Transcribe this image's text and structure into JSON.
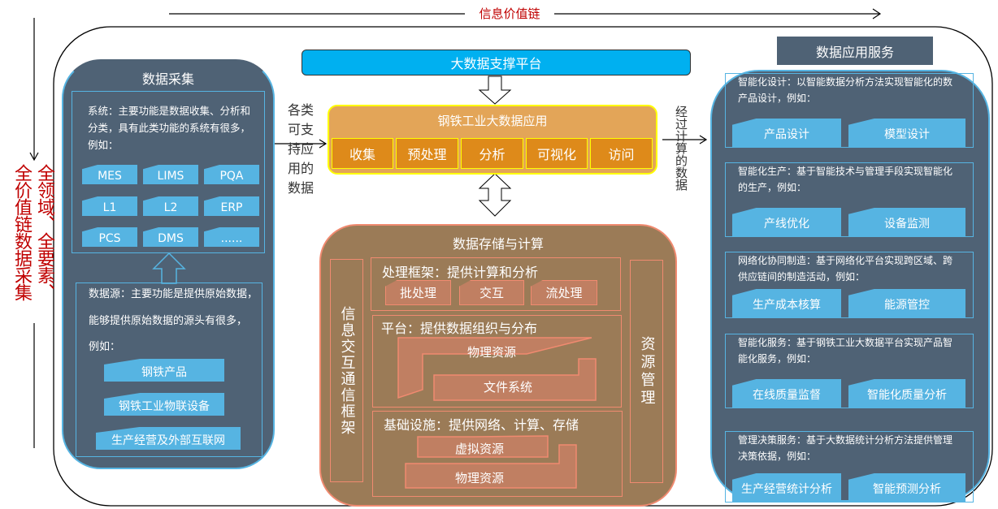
{
  "top_axis": {
    "label": "信息价值链"
  },
  "left_axis": {
    "label_col1": "全领域、全要素、",
    "label_col2": "全价值链数据采集"
  },
  "colors": {
    "accent_red": "#c00000",
    "slate": "#4f6275",
    "chip_blue": "#56b4e2",
    "platform_blue": "#00b0f0",
    "orange": "#e3a558",
    "orange_dark": "#de8a1a",
    "brown": "#9b7b57",
    "salmon": "#f08a70"
  },
  "data_collection": {
    "title": "数据采集",
    "systems_desc": "系统：主要功能是数据收集、分析和分类，具有此类功能的系统有很多，例如：",
    "systems": [
      "MES",
      "LIMS",
      "PQA",
      "L1",
      "L2",
      "ERP",
      "PCS",
      "DMS",
      "......"
    ],
    "sources_desc_line1": "数据源：主要功能是提供原始数据，",
    "sources_desc_line2": "能够提供原始数据的源头有很多，",
    "sources_desc_line3": "例如：",
    "sources": [
      "钢铁产品",
      "钢铁工业物联设备",
      "生产经营及外部互联网"
    ]
  },
  "left_flow_label": "各类可支持应用的数据",
  "right_flow_label": "经过计算的数据",
  "platform": {
    "title": "大数据支撑平台"
  },
  "application": {
    "title": "钢铁工业大数据应用",
    "steps": [
      "收集",
      "预处理",
      "分析",
      "可视化",
      "访问"
    ]
  },
  "storage": {
    "title": "数据存储与计算",
    "left_bar": "信息交互通信框架",
    "right_bar": "资源管理",
    "processing": {
      "label": "处理框架：提供计算和分析",
      "items": [
        "批处理",
        "交互",
        "流处理"
      ]
    },
    "platform_layer": {
      "label": "平台：提供数据组织与分布",
      "items": [
        "物理资源",
        "文件系统"
      ]
    },
    "infrastructure": {
      "label": "基础设施：提供网络、计算、存储",
      "items": [
        "虚拟资源",
        "物理资源"
      ]
    }
  },
  "services": {
    "title": "数据应用服务",
    "groups": [
      {
        "desc": "智能化设计：以智能数据分析方法实现智能化的数产品设计，例如：",
        "items": [
          "产品设计",
          "模型设计"
        ]
      },
      {
        "desc": "智能化生产：基于智能技术与管理手段实现智能化的生产，例如：",
        "items": [
          "产线优化",
          "设备监测"
        ]
      },
      {
        "desc": "网络化协同制造：基于网络化平台实现跨区域、跨供应链间的制造活动，例如：",
        "items": [
          "生产成本核算",
          "能源管控"
        ]
      },
      {
        "desc": "智能化服务：基于钢铁工业大数据平台实现产品智能化服务，例如：",
        "items": [
          "在线质量监督",
          "智能化质量分析"
        ]
      },
      {
        "desc": "管理决策服务：基于大数据统计分析方法提供管理决策依据，例如：",
        "items": [
          "生产经营统计分析",
          "智能预测分析"
        ]
      }
    ]
  }
}
